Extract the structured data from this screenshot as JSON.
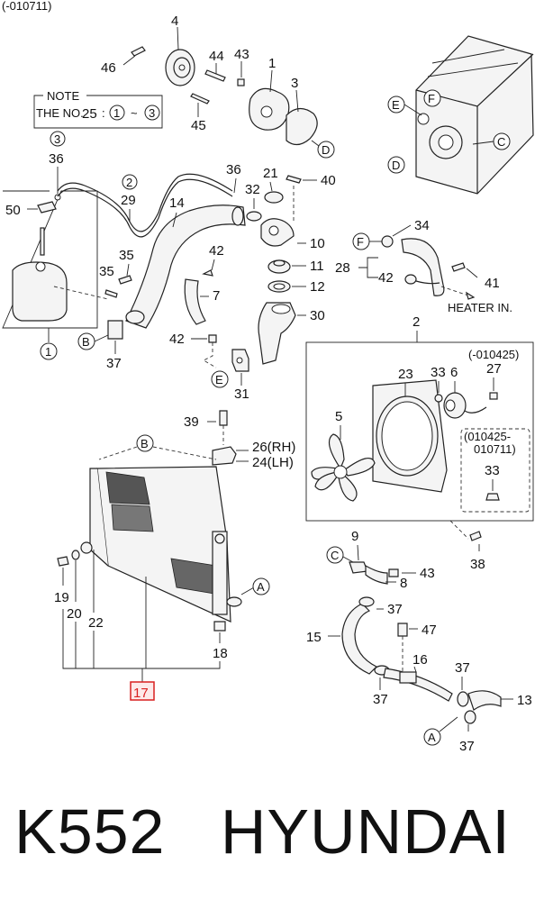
{
  "header_code": "(-010711)",
  "note": {
    "title": "NOTE",
    "line_prefix": "THE NO.",
    "number": "25",
    "colon": ":",
    "from_ref": "1",
    "tilde": "~",
    "to_ref": "3"
  },
  "section_refs": {
    "A": "A",
    "B": "B",
    "C": "C",
    "D": "D",
    "E": "E",
    "F": "F"
  },
  "circled_numbers": {
    "one": "1",
    "two": "2",
    "three": "3"
  },
  "part_numbers": [
    "4",
    "46",
    "44",
    "43",
    "1",
    "3",
    "45",
    "36",
    "36",
    "29",
    "14",
    "21",
    "32",
    "40",
    "50",
    "35",
    "35",
    "10",
    "11",
    "12",
    "30",
    "42",
    "7",
    "42",
    "37",
    "31",
    "34",
    "28",
    "42",
    "41",
    "2",
    "23",
    "33",
    "6",
    "27",
    "5",
    "39",
    "26(RH)",
    "24(LH)",
    "33",
    "19",
    "20",
    "22",
    "18",
    "9",
    "43",
    "8",
    "37",
    "47",
    "15",
    "16",
    "37",
    "37",
    "13",
    "37",
    "38"
  ],
  "fan_date_labels": {
    "top": "(-010425)",
    "box_line1": "(010425-",
    "box_line2": "010711)"
  },
  "heater_label": "HEATER IN.",
  "highlight_part": {
    "number": "17",
    "color": "#d92020"
  },
  "footer": {
    "model": "K552",
    "brand": "HYUNDAI"
  }
}
